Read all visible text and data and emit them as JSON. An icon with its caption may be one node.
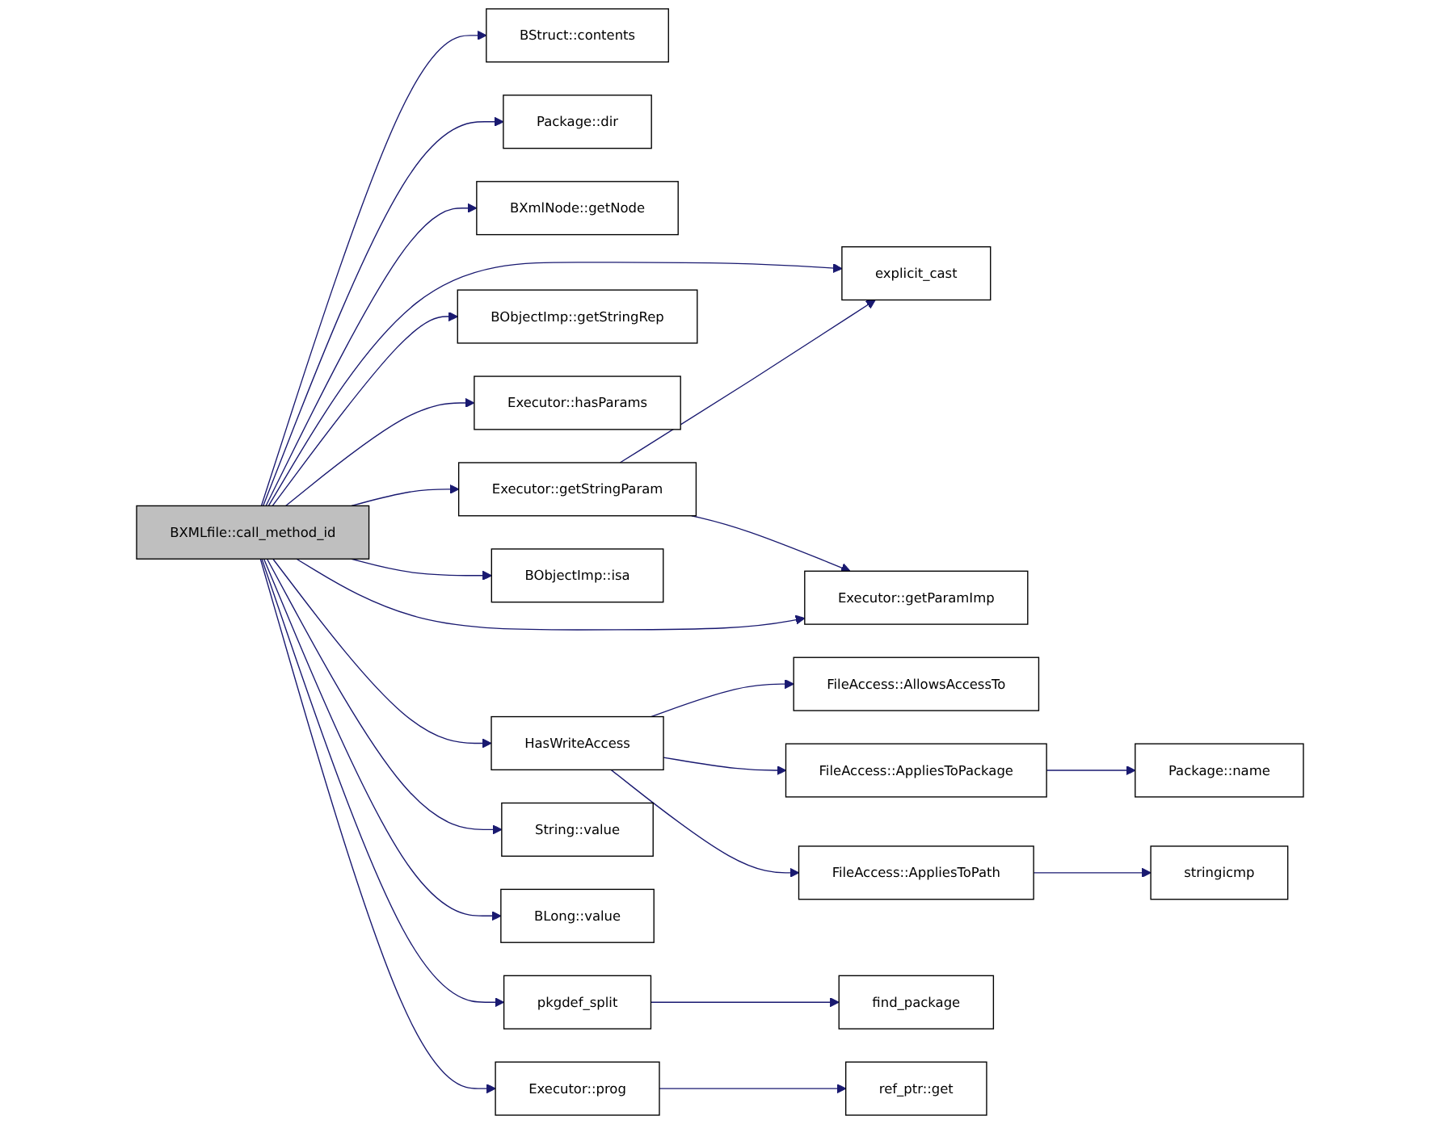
{
  "diagram": {
    "nodes": [
      {
        "text": [
          "BXMLfile::call_method_id"
        ]
      },
      {
        "text": [
          "BStruct::contents"
        ]
      },
      {
        "text": [
          "Package::dir"
        ]
      },
      {
        "text": [
          "explicit_cast"
        ]
      },
      {
        "text": [
          "BXmlNode::getNode"
        ]
      },
      {
        "text": [
          "Executor::getStringParam"
        ]
      },
      {
        "text": [
          "Executor::getParamImp"
        ]
      },
      {
        "text": [
          "BObjectImp::getStringRep"
        ]
      },
      {
        "text": [
          "Executor::hasParams"
        ]
      },
      {
        "text": [
          "FileAccess::AllowsAccessTo"
        ]
      },
      {
        "text": [
          "HasWriteAccess"
        ]
      },
      {
        "text": [
          "FileAccess::AppliesToPackage"
        ]
      },
      {
        "text": [
          "Package::name"
        ]
      },
      {
        "text": [
          "FileAccess::AppliesToPath"
        ]
      },
      {
        "text": [
          "stringicmp"
        ]
      },
      {
        "text": [
          "BObjectImp::isa"
        ]
      },
      {
        "text": [
          "pkgdef_split"
        ]
      },
      {
        "text": [
          "find_package"
        ]
      },
      {
        "text": [
          "Executor::prog"
        ]
      },
      {
        "text": [
          "ref_ptr::get"
        ]
      },
      {
        "text": [
          "String::value"
        ]
      },
      {
        "text": [
          "BLong::value"
        ]
      }
    ],
    "edges": [
      {
        "from": 0,
        "to": 1,
        "arrow": "to"
      },
      {
        "from": 0,
        "to": 2,
        "arrow": "to"
      },
      {
        "from": 0,
        "to": 3,
        "arrow": "to"
      },
      {
        "from": 0,
        "to": 4,
        "arrow": "to"
      },
      {
        "from": 0,
        "to": 5,
        "arrow": "to"
      },
      {
        "from": 5,
        "to": 3,
        "arrow": "to"
      },
      {
        "from": 5,
        "to": 6,
        "arrow": "to"
      },
      {
        "from": 0,
        "to": 6,
        "arrow": "to"
      },
      {
        "from": 0,
        "to": 7,
        "arrow": "to"
      },
      {
        "from": 0,
        "to": 8,
        "arrow": "to"
      },
      {
        "from": 0,
        "to": 10,
        "arrow": "to"
      },
      {
        "from": 10,
        "to": 9,
        "arrow": "to"
      },
      {
        "from": 10,
        "to": 11,
        "arrow": "to"
      },
      {
        "from": 11,
        "to": 12,
        "arrow": "to"
      },
      {
        "from": 10,
        "to": 13,
        "arrow": "to"
      },
      {
        "from": 13,
        "to": 14,
        "arrow": "to"
      },
      {
        "from": 0,
        "to": 15,
        "arrow": "to"
      },
      {
        "from": 0,
        "to": 16,
        "arrow": "to"
      },
      {
        "from": 16,
        "to": 17,
        "arrow": "to"
      },
      {
        "from": 0,
        "to": 18,
        "arrow": "to"
      },
      {
        "from": 18,
        "to": 19,
        "arrow": "to"
      },
      {
        "from": 0,
        "to": 20,
        "arrow": "to"
      },
      {
        "from": 0,
        "to": 21,
        "arrow": "to"
      }
    ]
  }
}
